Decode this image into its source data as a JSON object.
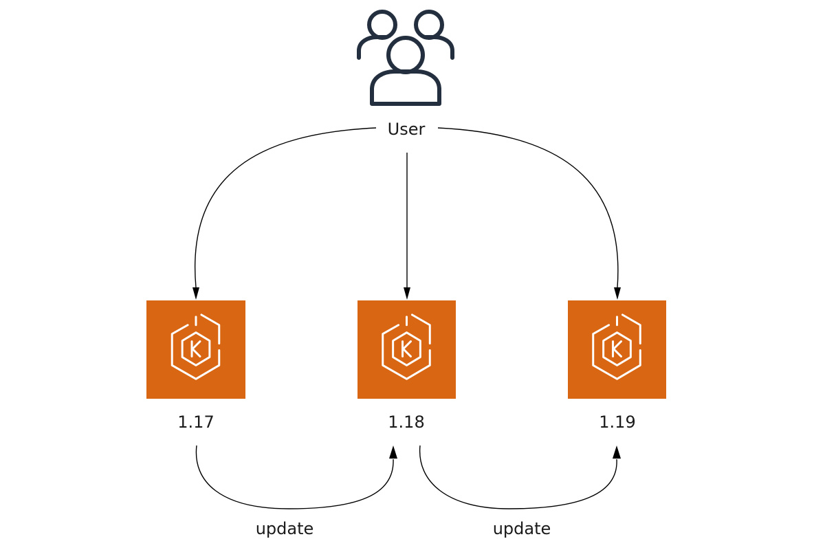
{
  "user": {
    "label": "User",
    "icon": "users-group-icon"
  },
  "clusters": [
    {
      "id": "a",
      "version": "1.17",
      "icon": "amazon-eks-icon",
      "color": "#D86613"
    },
    {
      "id": "b",
      "version": "1.18",
      "icon": "amazon-eks-icon",
      "color": "#D86613"
    },
    {
      "id": "c",
      "version": "1.19",
      "icon": "amazon-eks-icon",
      "color": "#D86613"
    }
  ],
  "updates": [
    {
      "from": "1.17",
      "to": "1.18",
      "label": "update"
    },
    {
      "from": "1.18",
      "to": "1.19",
      "label": "update"
    }
  ],
  "colors": {
    "eks_orange": "#D86613",
    "icon_dark": "#232F3E",
    "arrow": "#000000"
  }
}
